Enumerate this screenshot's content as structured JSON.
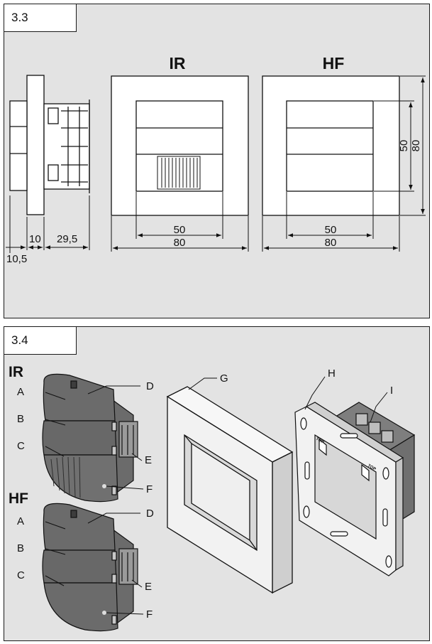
{
  "panel_a": {
    "id": "3.3",
    "ir_heading": "IR",
    "hf_heading": "HF",
    "dims": {
      "side_flange": "10,5",
      "side_mid": "10",
      "side_depth": "29,5",
      "ir_inner_width": "50",
      "ir_outer_width": "80",
      "hf_inner_width": "50",
      "hf_outer_width": "80",
      "hf_inner_height": "50",
      "hf_outer_height": "80"
    }
  },
  "panel_b": {
    "id": "3.4",
    "ir_heading": "IR",
    "hf_heading": "HF",
    "ir_callouts": {
      "a": "A",
      "b": "B",
      "c": "C",
      "d": "D",
      "e": "E",
      "f": "F"
    },
    "hf_callouts": {
      "a": "A",
      "b": "B",
      "c": "C",
      "d": "D",
      "e": "E",
      "f": "F"
    },
    "frame_callout": "G",
    "insert_callout_h": "H",
    "insert_callout_i": "I",
    "top_mark": "TOP"
  }
}
